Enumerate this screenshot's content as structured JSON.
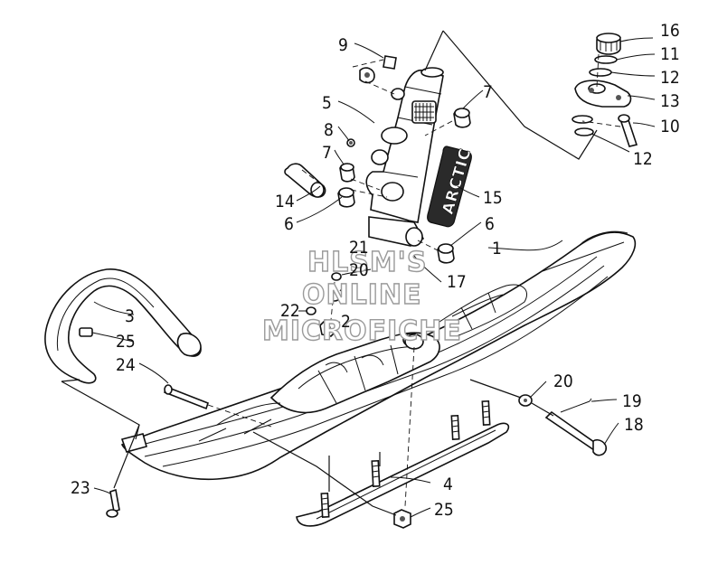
{
  "watermark": {
    "line1": "HLSM'S",
    "line2": "ONLINE",
    "line3": "MICROFICHE"
  },
  "decal_text": "ARCTIC",
  "callouts": {
    "c1": "1",
    "c2": "2",
    "c3": "3",
    "c4": "4",
    "c5": "5",
    "c6a": "6",
    "c6b": "6",
    "c7a": "7",
    "c7b": "7",
    "c8": "8",
    "c9": "9",
    "c10": "10",
    "c11": "11",
    "c12a": "12",
    "c12b": "12",
    "c13": "13",
    "c14": "14",
    "c15": "15",
    "c16": "16",
    "c17": "17",
    "c18": "18",
    "c19": "19",
    "c20a": "20",
    "c20b": "20",
    "c21": "21",
    "c22": "22",
    "c23": "23",
    "c24": "24",
    "c25a": "25",
    "c25b": "25"
  }
}
